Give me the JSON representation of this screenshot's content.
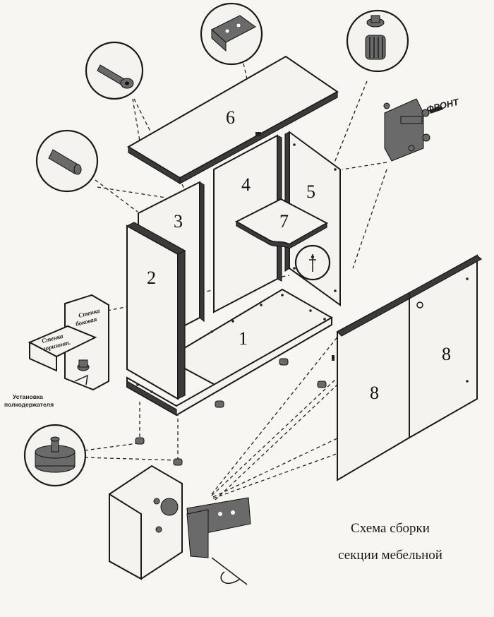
{
  "title_line1": "Схема сборки",
  "title_line2": "секции мебельной",
  "front_label": "ФРОНТ",
  "support_label_line1": "Установка",
  "support_label_line2": "полкодержателя",
  "block_labels": {
    "side_wall_line1": "Стенка",
    "side_wall_line2": "боковая",
    "horizontal_wall_line1": "Стенка",
    "horizontal_wall_line2": "горизонт."
  },
  "parts": {
    "p1": "1",
    "p2": "2",
    "p3": "3",
    "p4": "4",
    "p5": "5",
    "p6": "6",
    "p7": "7",
    "p8a": "8",
    "p8b": "8"
  }
}
